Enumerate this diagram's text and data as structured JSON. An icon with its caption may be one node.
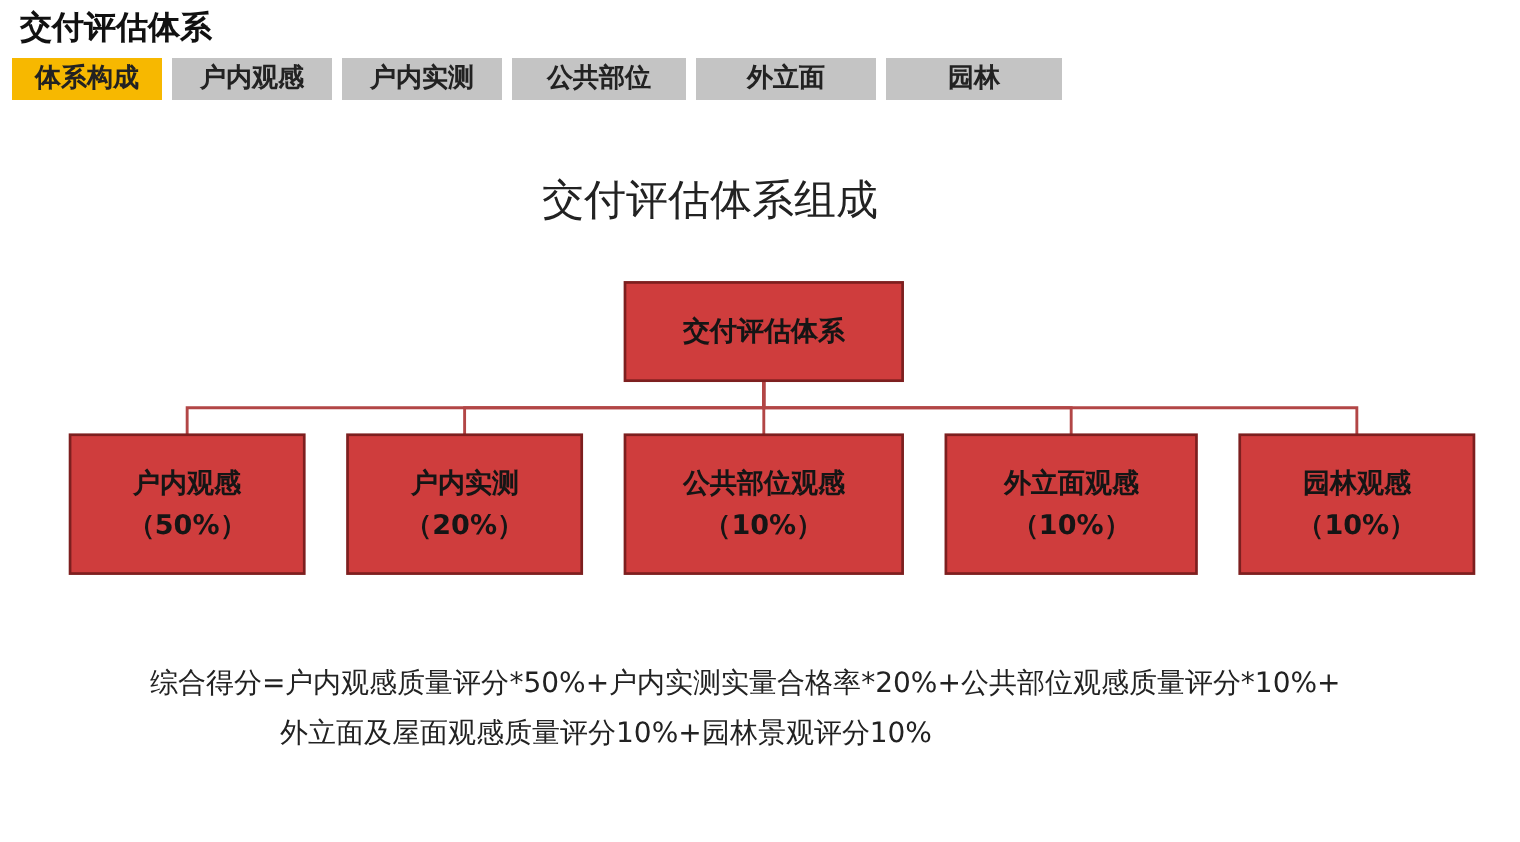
{
  "diagram": {
    "title": "交付评估体系",
    "nodes": [
      {
        "text": [
          "交付评估体系"
        ]
      },
      {
        "text": [
          "户内观感",
          "（50%）"
        ]
      },
      {
        "text": [
          "户内实测",
          "（20%）"
        ]
      },
      {
        "text": [
          "公共部位观感",
          "（10%）"
        ]
      },
      {
        "text": [
          "外立面观感",
          "（10%）"
        ]
      },
      {
        "text": [
          "园林观感",
          "（10%）"
        ]
      }
    ],
    "edges": [
      {
        "from": 0,
        "to": 1,
        "arrow": "none"
      },
      {
        "from": 0,
        "to": 2,
        "arrow": "none"
      },
      {
        "from": 0,
        "to": 3,
        "arrow": "none"
      },
      {
        "from": 0,
        "to": 4,
        "arrow": "none"
      },
      {
        "from": 0,
        "to": 5,
        "arrow": "none"
      }
    ],
    "labels": [
      "体系构成",
      "户内观感",
      "户内实测",
      "公共部位",
      "外立面",
      "园林",
      "交付评估体系组成",
      "综合得分=户内观感质量评分*50%+户内实测实量合格率*20%+公共部位观感质量评分*10%+外立面及屋面观感质量评分10%+园林景观评分10%"
    ]
  }
}
